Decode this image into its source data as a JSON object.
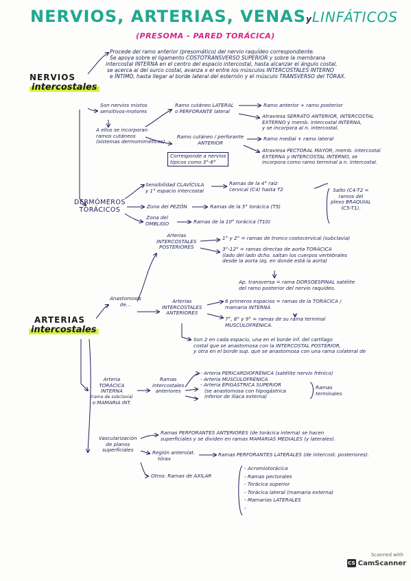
{
  "header": {
    "title_main": "NERVIOS, ARTERIAS, VENAS",
    "title_y": "y",
    "title_end": "LINFÁTICOS",
    "subtitle": "(PRESOMA - PARED TORÁCICA)"
  },
  "nervios": {
    "label_1": "NERVIOS",
    "label_2": "intercostales",
    "intro": [
      "Procede del ramo anterior (presomático) del nervio raquídeo correspondiente.",
      "Se apoya sobre el ligamento COSTOTRANSVERSO SUPERIOR y sobre la membrana",
      "intercostal INTERNA en el centro del espacio intercostal, hasta alcanzar el ángulo costal,",
      "se acerca al del surco costal, avanza x el entre los músculos INTERCOSTALES INTERNO",
      "e ÍNTIMO, hasta llegar al borde lateral del esternón y el músculo TRANSVERSO del TÓRAX."
    ],
    "mixtos": [
      "Son nervios mixtos",
      "sensitivos-motores"
    ],
    "incorporan": [
      "A ellos se incorporan",
      "ramos cutáneos",
      "(sistemas dermomiméticos)"
    ],
    "lateral_head": [
      "Ramo cutáneo LATERAL",
      "o PERFORANTE lateral"
    ],
    "lateral_r1": "Ramo anterior + ramo posterior",
    "lateral_r2": [
      "Atraviesa SERRATO ANTERIOR, INTERCOSTAL",
      "EXTERNO y memb. intercostal INTERNA,",
      "y se incorpora al n. intercostal."
    ],
    "anterior_head": [
      "Ramo cutáneo / perforante",
      "ANTERIOR"
    ],
    "anterior_box": [
      "Corresponde a nervios",
      "típicos como 3°-6°"
    ],
    "anterior_r1": "Ramo medial + ramo lateral",
    "anterior_r2": [
      "Atraviesa PECTORAL MAYOR, memb. intercostal",
      "EXTERNA y INTERCOSTAL INTERNO, se",
      "incorpora como ramo terminal a n. intercostal."
    ]
  },
  "dermomeros": {
    "label": [
      "DERMÓMEROS",
      "TORÁCICOS"
    ],
    "row1_left": [
      "Sensibilidad CLAVÍCULA",
      "y 1° espacio intercostal"
    ],
    "row1_right": [
      "Ramas de la 4° raíz",
      "cervical (C4) hasta T2"
    ],
    "salto": [
      "Salto (C4-T2 =",
      "ramos del",
      "plexo BRAQUIAL",
      "(C5-T1)."
    ],
    "row2_left": "Zona del PEZÓN",
    "row2_right": "Ramas de la 5° torácica (T5)",
    "row3_left": [
      "Zona del",
      "OMBLIGO"
    ],
    "row3_right": "Ramas de la 10° torácica (T10)"
  },
  "arterias": {
    "label_1": "ARTERIAS",
    "label_2": "intercostales",
    "anastomosis": [
      "Anastomosis",
      "de…"
    ],
    "posteriores_head": [
      "Arterias",
      "INTERCOSTALES",
      "POSTERIORES"
    ],
    "posteriores_r1": "1° y 2° = ramas de tronco costocervical (subclavia)",
    "posteriores_r2": [
      "3°-12° = ramas directas de aorta TORÁCICA",
      "(lado del lado dcho. saltan los cuerpos vertebrales",
      "desde la aorta izq. en donde está la aorta)"
    ],
    "posteriores_r3": [
      "Ap. transversa = rama DORSOESPINAL satélite",
      "del ramo posterior del nervio raquídeo."
    ],
    "anteriores_head": [
      "Arterias",
      "INTERCOSTALES",
      "ANTERIORES"
    ],
    "anteriores_r1": [
      "6 primeros espacios = ramas de la TORÁCICA /",
      "mamaria INTERNA"
    ],
    "anteriores_r2": [
      "7°, 8° y 9° = ramas de su rama terminal",
      "MUSCULOFRÉNICA."
    ],
    "anteriores_r3": [
      "Son 2 en cada espacio, una en el borde inf. del cartílago",
      "costal que se anastomosa con la INTERCOSTAL POSTERIOR,",
      "y otra en el borde sup. que se anastomosa con una rama colateral de"
    ],
    "toracica_head": [
      "Arteria",
      "TORÁCICA",
      "INTERNA",
      "(rama de subclavia)",
      "o MAMARIA INT."
    ],
    "toracica_mid": [
      "Ramas",
      "intercostales",
      "anteriores"
    ],
    "toracica_items": [
      "- Arteria PERICARDIOFRÉNICA (satélite nervio frénico)",
      "- Arteria MUSCULOFRÉNICA",
      "- Arteria EPIGÁSTRICA SUPERIOR",
      "(se anastomosa con hipogástrica",
      "inferior de ilíaca externa)"
    ],
    "terminales": [
      "Ramas",
      "terminales"
    ],
    "vasc_head": [
      "Vascularización",
      "de planos",
      "superficiales"
    ],
    "vasc_r1": [
      "Ramas PERFORANTES ANTERIORES (de torácica interna) se hacen",
      "superficiales y se dividen en ramas MAMARIAS MEDIALES (y laterales)."
    ],
    "vasc_r2_left": [
      "Región anterolat.",
      "tórax"
    ],
    "vasc_r2_right": "Ramas PERFORANTES LATERALES (de intercost. posteriores).",
    "vasc_r3_left": "Otros: Ramas de AXILAR",
    "axilar_items": [
      "- Acromiotorácica",
      "- Ramas pectorales",
      "- Torácica superior",
      "- Torácica lateral (mamaria externa)",
      "- Mamarias LATERALES",
      "-"
    ]
  },
  "watermark": {
    "line1": "Scanned with",
    "line2": "CamScanner"
  },
  "colors": {
    "teal": "#1fa890",
    "pink": "#d6248a",
    "ink": "#1d1f5a",
    "highlight": "#d9f03a"
  }
}
